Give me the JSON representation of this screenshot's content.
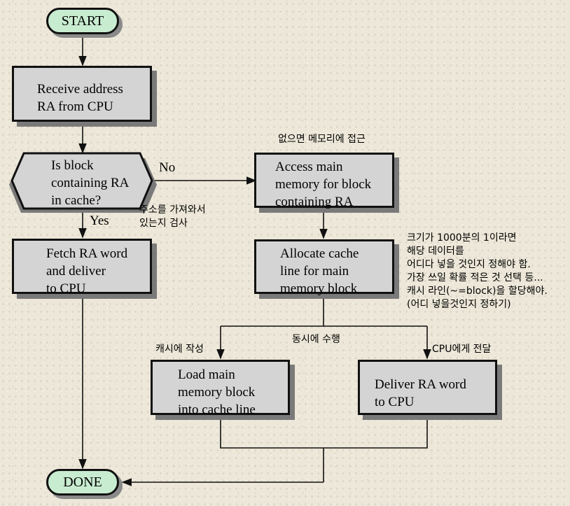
{
  "nodes": {
    "start": "START",
    "receive": "Receive address\nRA from CPU",
    "decision": "Is block\ncontaining RA\nin cache?",
    "fetch": "Fetch RA word\nand deliver\nto CPU",
    "access": "Access main\nmemory for block\ncontaining RA",
    "allocate": "Allocate cache\nline for main\nmemory block",
    "load": "Load main\nmemory block\ninto cache line",
    "deliver": "Deliver RA word\nto CPU",
    "done": "DONE"
  },
  "labels": {
    "no": "No",
    "yes": "Yes"
  },
  "annotations": {
    "access_note": "없으면 메모리에 접근",
    "decision_note": "주소를 가져와서\n있는지 검사",
    "allocate_note": "크기가 1000분의 1이라면\n해당 데이터를\n어디다 넣을 것인지 정해야 함.\n가장 쓰일 확률 적은 것 선택 등...\n캐시 라인(~=block)을 할당해야.\n(어디 넣을것인지 정하기)",
    "parallel_note": "동시에 수행",
    "cache_write_note": "캐시에 작성",
    "cpu_deliver_note": "CPU에게 전달"
  }
}
